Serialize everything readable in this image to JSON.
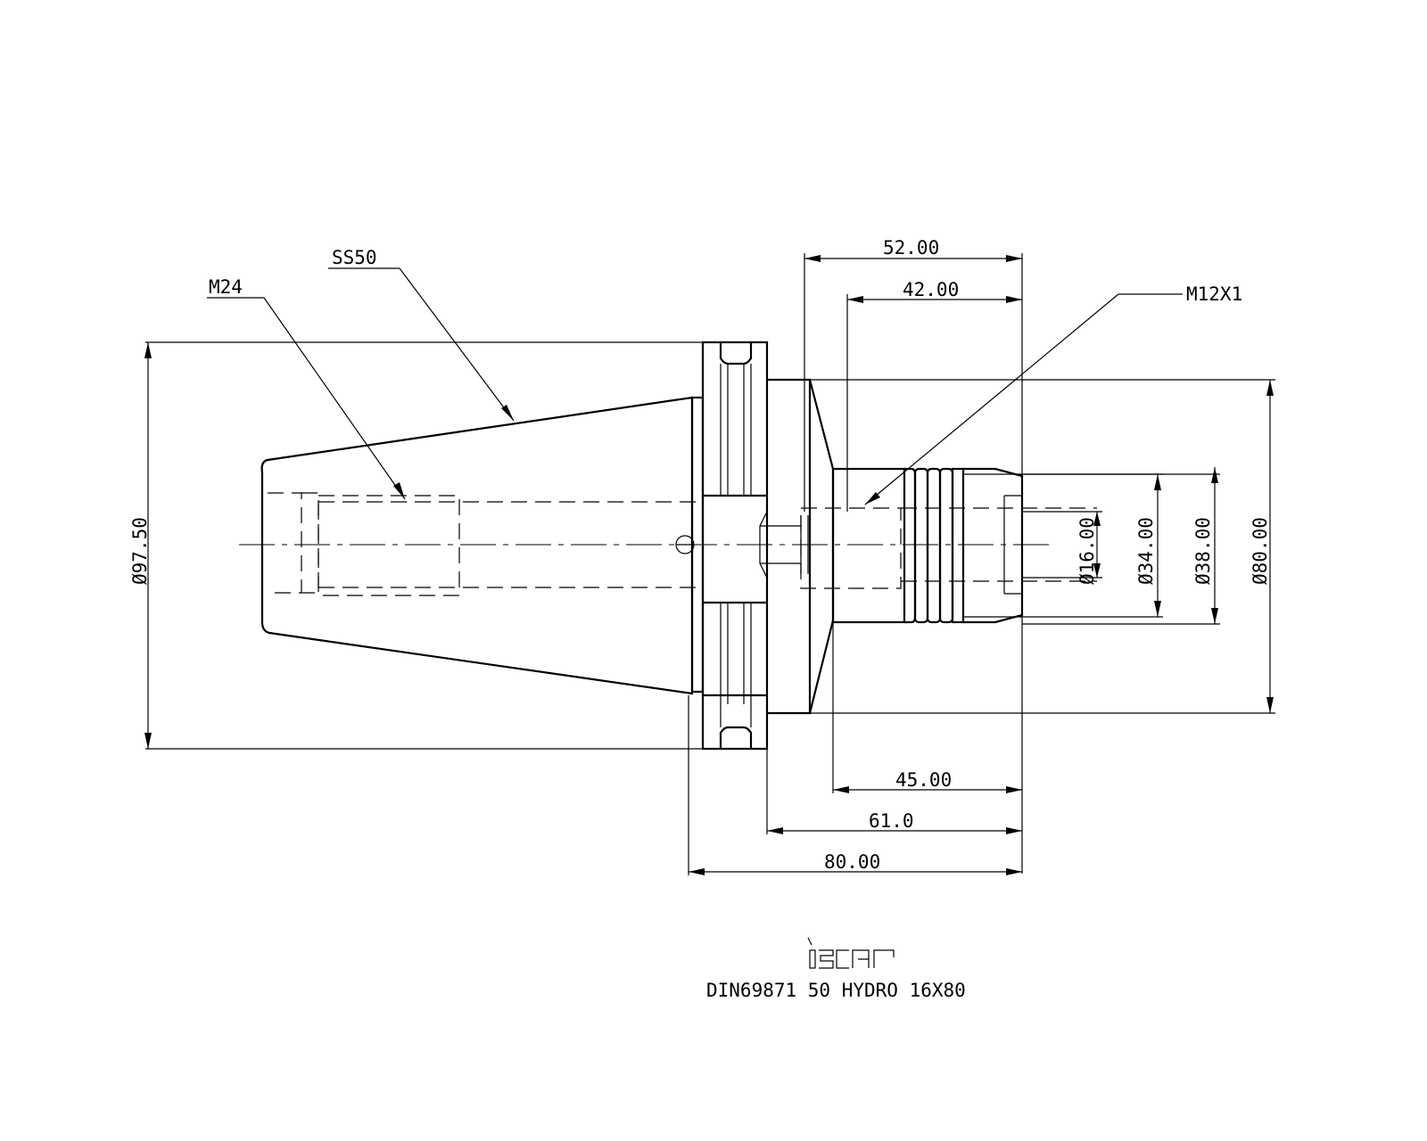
{
  "dimensions": {
    "d_52": "52.00",
    "d_42": "42.00",
    "d_45": "45.00",
    "d_61": "61.0",
    "d_80_len": "80.00",
    "dia_97_5": "Ø97.50",
    "dia_16": "Ø16.00",
    "dia_34": "Ø34.00",
    "dia_38": "Ø38.00",
    "dia_80": "Ø80.00"
  },
  "labels": {
    "ss50": "SS50",
    "m24": "M24",
    "m12x1": "M12X1"
  },
  "logo": {
    "brand": "iscar"
  },
  "title": {
    "part": "DIN69871 50 HYDRO 16X80"
  }
}
